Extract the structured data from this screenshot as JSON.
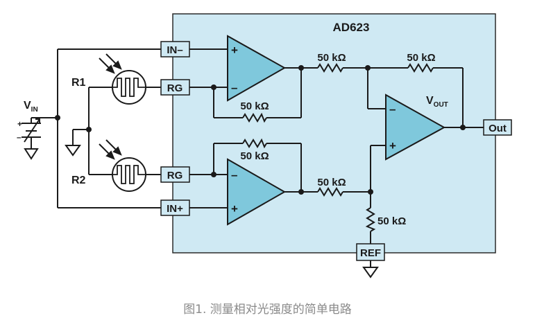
{
  "chip": {
    "name": "AD623",
    "fill": "#cfe9f3",
    "stroke": "#2a2a2a"
  },
  "pins": {
    "in_minus": "IN–",
    "rg_top": "RG",
    "rg_bottom": "RG",
    "in_plus": "IN+",
    "out": "Out",
    "ref": "REF"
  },
  "resistors": {
    "r_top_feedback": "50 kΩ",
    "r_bottom_feedback": "50 kΩ",
    "r_diff_top_input": "50 kΩ",
    "r_diff_feedback": "50 kΩ",
    "r_diff_bottom_input": "50 kΩ",
    "r_diff_ref": "50 kΩ"
  },
  "labels": {
    "vin_main": "V",
    "vin_sub": "IN",
    "vout_main": "V",
    "vout_sub": "OUT",
    "r1": "R1",
    "r2": "R2"
  },
  "opamp_signs": {
    "top_plus": "+",
    "top_minus": "–",
    "bottom_minus": "–",
    "bottom_plus": "+",
    "diff_minus": "–",
    "diff_plus": "+",
    "source_plus": "+",
    "source_minus": "–"
  },
  "caption": "图1. 测量相对光强度的简单电路",
  "colors": {
    "opamp_fill": "#7fc8dc",
    "wire": "#1a1a1a",
    "caption": "#8a8a8a"
  }
}
